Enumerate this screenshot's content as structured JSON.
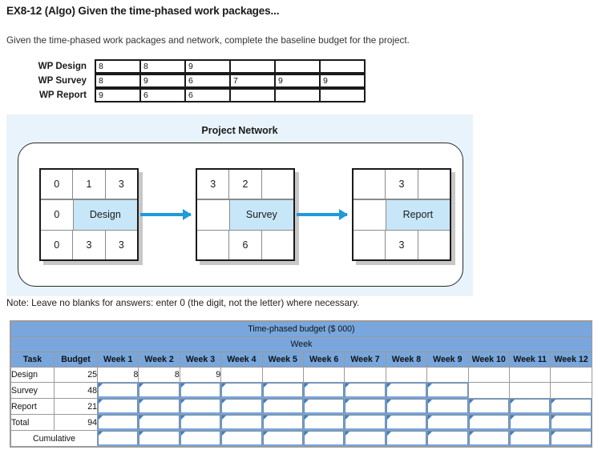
{
  "header": {
    "title": "EX8-12 (Algo) Given the time-phased work packages...",
    "intro": "Given the time-phased work packages and network, complete the baseline budget for the project.",
    "note": "Note: Leave no blanks for answers: enter 0 (the digit, not the letter) where necessary."
  },
  "work_packages": {
    "rows": [
      {
        "label": "WP Design",
        "cells": [
          "8",
          "8",
          "9",
          "",
          "",
          ""
        ]
      },
      {
        "label": "WP Survey",
        "cells": [
          "8",
          "9",
          "6",
          "7",
          "9",
          "9"
        ]
      },
      {
        "label": "WP Report",
        "cells": [
          "9",
          "6",
          "6",
          "",
          "",
          ""
        ]
      }
    ]
  },
  "network": {
    "title": "Project Network",
    "nodes": [
      {
        "name": "Design",
        "top": [
          "0",
          "1",
          "3"
        ],
        "mid_left": "0",
        "bottom": [
          "0",
          "3",
          "3"
        ]
      },
      {
        "name": "Survey",
        "top": [
          "3",
          "2",
          ""
        ],
        "mid_left": "",
        "bottom": [
          "",
          "6",
          ""
        ]
      },
      {
        "name": "Report",
        "top": [
          "",
          "3",
          ""
        ],
        "mid_left": "",
        "bottom": [
          "",
          "3",
          ""
        ]
      }
    ],
    "colors": {
      "panel_background": "#e9f3fb",
      "node_highlight": "#c7e7f8",
      "arrow": "#1f9ada"
    }
  },
  "budget_table": {
    "band_title": "Time-phased budget ($ 000)",
    "band_subtitle": "Week",
    "columns": [
      "Task",
      "Budget",
      "Week 1",
      "Week 2",
      "Week 3",
      "Week 4",
      "Week 5",
      "Week 6",
      "Week 7",
      "Week 8",
      "Week 9",
      "Week 10",
      "Week 11",
      "Week 12"
    ],
    "header_color": "#79a7dd",
    "rows": [
      {
        "task": "Design",
        "budget": "25",
        "weeks": [
          {
            "type": "value",
            "value": "8"
          },
          {
            "type": "value",
            "value": "8"
          },
          {
            "type": "value",
            "value": "9"
          },
          {
            "type": "blank",
            "value": ""
          },
          {
            "type": "blank",
            "value": ""
          },
          {
            "type": "blank",
            "value": ""
          },
          {
            "type": "blank",
            "value": ""
          },
          {
            "type": "blank",
            "value": ""
          },
          {
            "type": "blank",
            "value": ""
          },
          {
            "type": "blank",
            "value": ""
          },
          {
            "type": "blank",
            "value": ""
          },
          {
            "type": "blank",
            "value": ""
          }
        ]
      },
      {
        "task": "Survey",
        "budget": "48",
        "weeks": [
          {
            "type": "input",
            "value": ""
          },
          {
            "type": "input",
            "value": ""
          },
          {
            "type": "input",
            "value": ""
          },
          {
            "type": "input",
            "value": ""
          },
          {
            "type": "input",
            "value": ""
          },
          {
            "type": "input",
            "value": ""
          },
          {
            "type": "input",
            "value": ""
          },
          {
            "type": "input",
            "value": ""
          },
          {
            "type": "input",
            "value": ""
          },
          {
            "type": "blank",
            "value": ""
          },
          {
            "type": "blank",
            "value": ""
          },
          {
            "type": "blank",
            "value": ""
          }
        ]
      },
      {
        "task": "Report",
        "budget": "21",
        "weeks": [
          {
            "type": "input",
            "value": ""
          },
          {
            "type": "input",
            "value": ""
          },
          {
            "type": "input",
            "value": ""
          },
          {
            "type": "input",
            "value": ""
          },
          {
            "type": "input",
            "value": ""
          },
          {
            "type": "input",
            "value": ""
          },
          {
            "type": "input",
            "value": ""
          },
          {
            "type": "input",
            "value": ""
          },
          {
            "type": "input",
            "value": ""
          },
          {
            "type": "input",
            "value": ""
          },
          {
            "type": "input",
            "value": ""
          },
          {
            "type": "input",
            "value": ""
          }
        ]
      },
      {
        "task": "Total",
        "budget": "94",
        "weeks": [
          {
            "type": "input",
            "value": ""
          },
          {
            "type": "input",
            "value": ""
          },
          {
            "type": "input",
            "value": ""
          },
          {
            "type": "input",
            "value": ""
          },
          {
            "type": "input",
            "value": ""
          },
          {
            "type": "input",
            "value": ""
          },
          {
            "type": "input",
            "value": ""
          },
          {
            "type": "input",
            "value": ""
          },
          {
            "type": "input",
            "value": ""
          },
          {
            "type": "input",
            "value": ""
          },
          {
            "type": "input",
            "value": ""
          },
          {
            "type": "input",
            "value": ""
          }
        ]
      }
    ],
    "cumulative_row": {
      "label": "Cumulative",
      "weeks": [
        {
          "type": "input",
          "value": ""
        },
        {
          "type": "input",
          "value": ""
        },
        {
          "type": "input",
          "value": ""
        },
        {
          "type": "input",
          "value": ""
        },
        {
          "type": "input",
          "value": ""
        },
        {
          "type": "input",
          "value": ""
        },
        {
          "type": "input",
          "value": ""
        },
        {
          "type": "input",
          "value": ""
        },
        {
          "type": "input",
          "value": ""
        },
        {
          "type": "input",
          "value": ""
        },
        {
          "type": "input",
          "value": ""
        },
        {
          "type": "input",
          "value": ""
        }
      ]
    }
  }
}
